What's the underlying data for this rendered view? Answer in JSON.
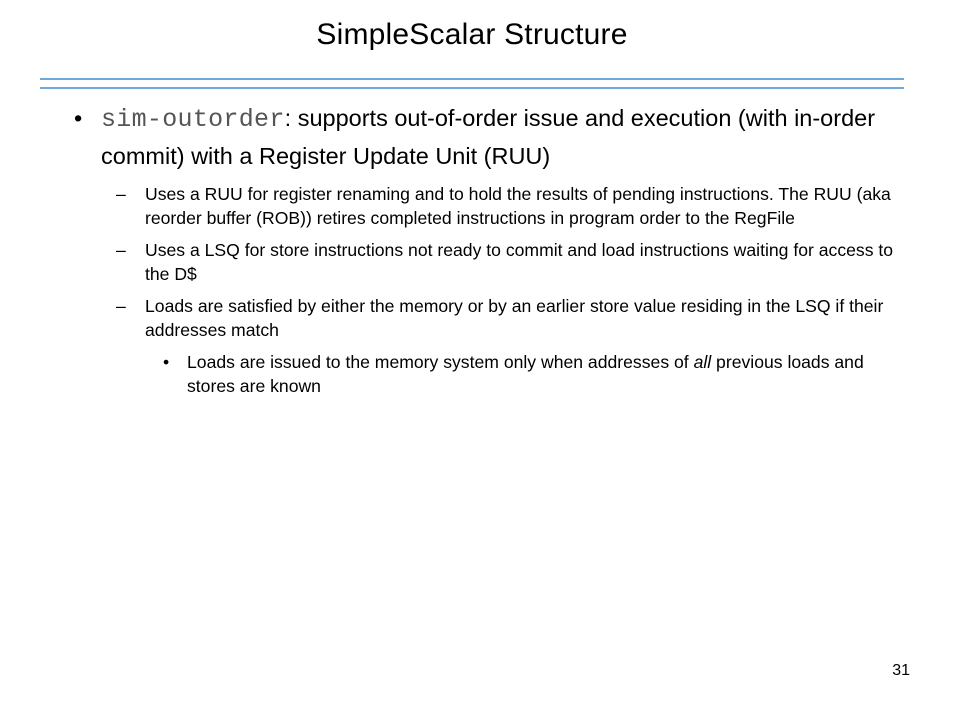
{
  "slide": {
    "title": "SimpleScalar Structure",
    "rule_color": "#6fa8dc",
    "page_number": "31",
    "main_bullet": {
      "marker": "•",
      "code": "sim-outorder",
      "text": ": supports out-of-order issue and execution (with in-order commit) with a Register Update Unit (RUU)"
    },
    "sub_items": [
      {
        "marker": "–",
        "text": "Uses a RUU for register renaming and to hold the results of pending instructions.  The RUU (aka reorder buffer (ROB)) retires completed instructions in program order to the RegFile"
      },
      {
        "marker": "–",
        "text": "Uses a LSQ for store instructions not ready to commit and load instructions waiting for access to the D$"
      },
      {
        "marker": "–",
        "text": "Loads are satisfied by either the memory or by an earlier store value residing in the LSQ if their addresses match"
      }
    ],
    "sub_sub_item": {
      "marker": "•",
      "text_before": "Loads are issued to the memory system only when addresses of ",
      "emphasis": "all",
      "text_after": " previous loads and stores are known"
    }
  }
}
